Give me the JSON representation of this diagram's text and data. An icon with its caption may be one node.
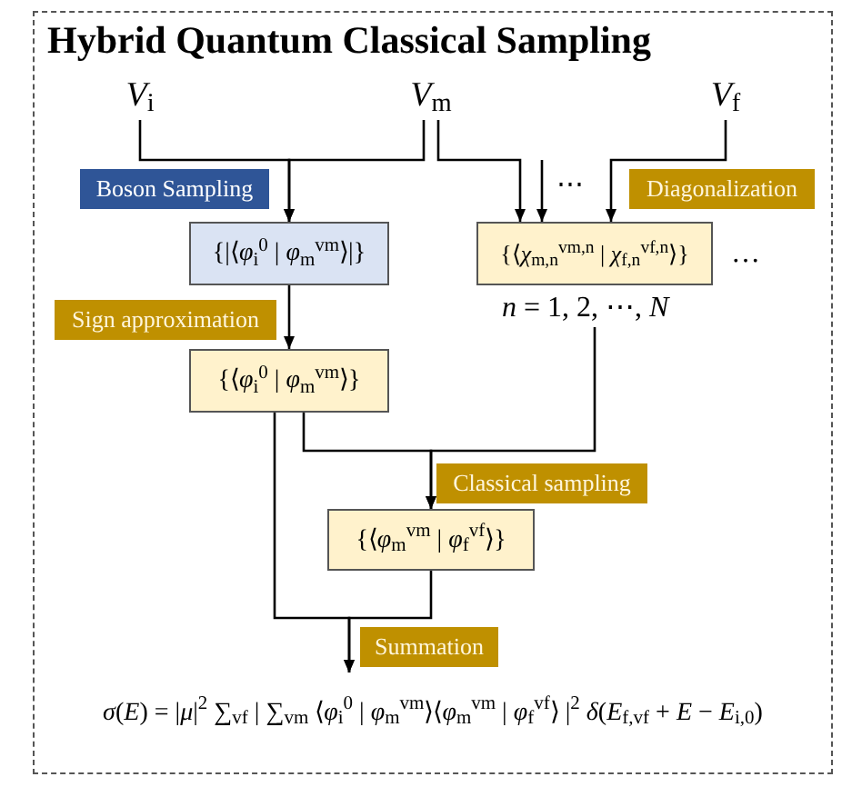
{
  "diagram": {
    "title": "Hybrid Quantum Classical Sampling",
    "nodes": [
      {
        "text": [
          "*V*$_{i}$"
        ]
      },
      {
        "text": [
          "*V*$_{m}$"
        ]
      },
      {
        "text": [
          "*V*$_{f}$"
        ]
      },
      {
        "text": [
          "{|⟨*φ*$_{i}$$^{0}$ | *φ*$_{m}$$^{vm}$⟩|}"
        ]
      },
      {
        "text": [
          "{⟨*χ*$_{m,n}$$^{vm,n}$ | *χ*$_{f,n}$$^{vf,n}$⟩}"
        ],
        "beside": [
          "…",
          "*n* = 1, 2, ⋯, *N*"
        ]
      },
      {
        "text": [
          "{⟨*φ*$_{i}$$^{0}$ | *φ*$_{m}$$^{vm}$⟩}"
        ]
      },
      {
        "text": [
          "{⟨*φ*$_{m}$$^{vm}$ | *φ*$_{f}$$^{vf}$⟩}"
        ]
      },
      {
        "text": [
          "*σ*(*E*) = |*μ*|$^{2}$ ∑$_{vf}$ | ∑$_{vm}$ ⟨*φ*$_{i}$$^{0}$ | *φ*$_{m}$$^{vm}$⟩⟨*φ*$_{m}$$^{vm}$ | *φ*$_{f}$$^{vf}$⟩ |$^{2}$ *δ*(*E*$_{f,vf}$ + *E* − *E*$_{i,0}$)"
        ]
      },
      {
        "text": [
          "Boson Sampling"
        ]
      },
      {
        "text": [
          "Diagonalization"
        ]
      },
      {
        "text": [
          "Sign approximation"
        ]
      },
      {
        "text": [
          "Classical sampling"
        ]
      },
      {
        "text": [
          "Summation"
        ]
      }
    ],
    "edges": [
      {
        "from": 0,
        "to": 3,
        "arrow": "to"
      },
      {
        "from": 1,
        "to": 3,
        "arrow": "to"
      },
      {
        "from": 1,
        "to": 4,
        "arrow": "to"
      },
      {
        "from": 2,
        "to": 4,
        "arrow": "to"
      },
      {
        "from": 3,
        "to": 5,
        "arrow": "to"
      },
      {
        "from": 5,
        "to": 6,
        "arrow": "to"
      },
      {
        "from": 4,
        "to": 6,
        "arrow": "to"
      },
      {
        "from": 5,
        "to": 7,
        "arrow": "to"
      },
      {
        "from": 6,
        "to": 7,
        "arrow": "to"
      },
      {
        "from": null,
        "to": 4,
        "arrow": "to"
      }
    ],
    "labels": [
      "⋯"
    ]
  }
}
